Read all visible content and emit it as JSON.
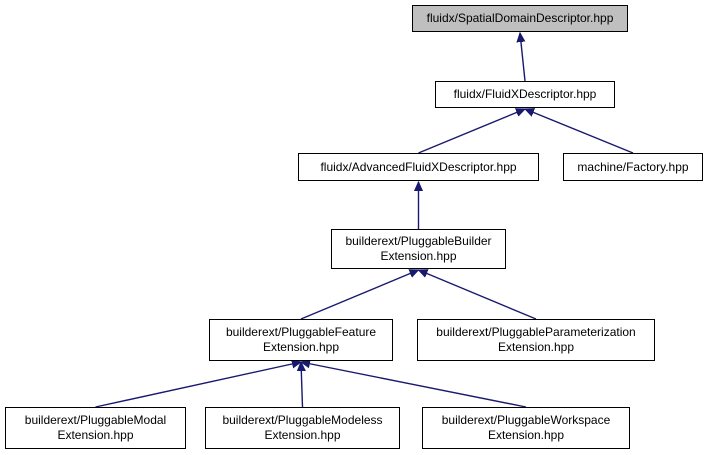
{
  "colors": {
    "edge": "#191970",
    "node_border": "#000000",
    "node_fill": "#ffffff",
    "current_node_fill": "#bfbfbf"
  },
  "nodes": [
    {
      "id": "n0",
      "lines": [
        "fluidx/SpatialDomainDescriptor.hpp"
      ],
      "current": true
    },
    {
      "id": "n1",
      "lines": [
        "fluidx/FluidXDescriptor.hpp"
      ]
    },
    {
      "id": "n2",
      "lines": [
        "fluidx/AdvancedFluidXDescriptor.hpp"
      ]
    },
    {
      "id": "n3",
      "lines": [
        "machine/Factory.hpp"
      ]
    },
    {
      "id": "n4",
      "lines": [
        "builderext/PluggableBuilder",
        "Extension.hpp"
      ]
    },
    {
      "id": "n5",
      "lines": [
        "builderext/PluggableFeature",
        "Extension.hpp"
      ]
    },
    {
      "id": "n6",
      "lines": [
        "builderext/PluggableParameterization",
        "Extension.hpp"
      ]
    },
    {
      "id": "n7",
      "lines": [
        "builderext/PluggableModal",
        "Extension.hpp"
      ]
    },
    {
      "id": "n8",
      "lines": [
        "builderext/PluggableModeless",
        "Extension.hpp"
      ]
    },
    {
      "id": "n9",
      "lines": [
        "builderext/PluggableWorkspace",
        "Extension.hpp"
      ]
    }
  ],
  "edges": [
    {
      "from": "n1",
      "to": "n0"
    },
    {
      "from": "n2",
      "to": "n1"
    },
    {
      "from": "n3",
      "to": "n1"
    },
    {
      "from": "n4",
      "to": "n2"
    },
    {
      "from": "n5",
      "to": "n4"
    },
    {
      "from": "n6",
      "to": "n4"
    },
    {
      "from": "n7",
      "to": "n5"
    },
    {
      "from": "n8",
      "to": "n5"
    },
    {
      "from": "n9",
      "to": "n5"
    }
  ]
}
